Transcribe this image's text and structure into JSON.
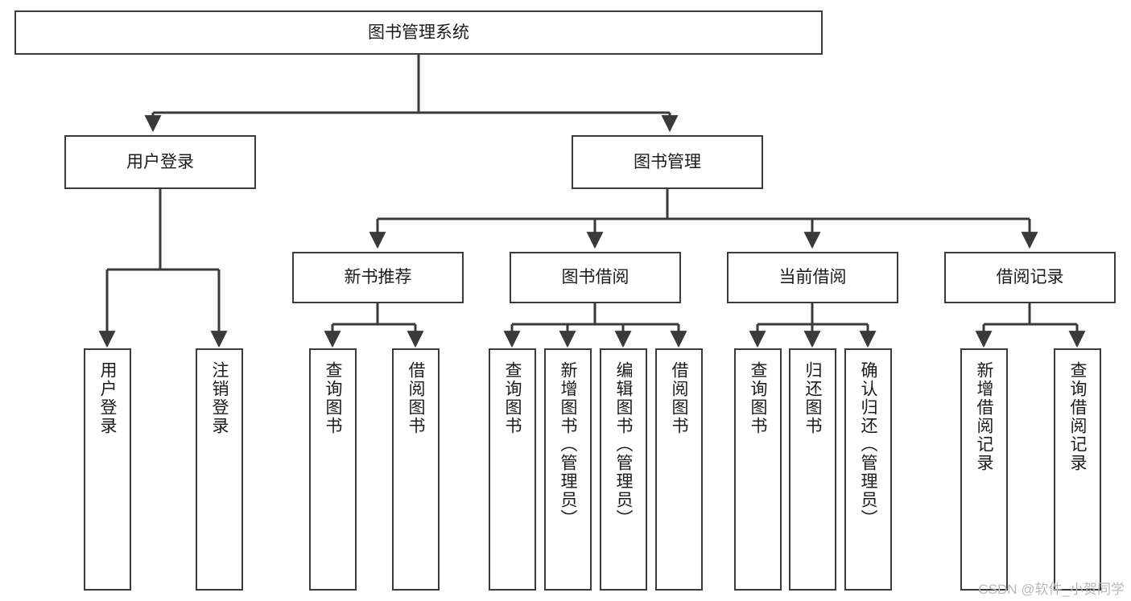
{
  "diagram": {
    "title": "图书管理系统",
    "watermark": "CSDN @软件_小贺同学",
    "colors": {
      "stroke": "#3a3a3a",
      "fill": "#ffffff",
      "text": "#1b1b1b",
      "watermark": "#b9b9b9"
    },
    "levels": {
      "root": {
        "label": "图书管理系统"
      },
      "level2": [
        {
          "label": "用户登录"
        },
        {
          "label": "图书管理"
        }
      ],
      "level3": [
        {
          "label": "新书推荐"
        },
        {
          "label": "图书借阅"
        },
        {
          "label": "当前借阅"
        },
        {
          "label": "借阅记录"
        }
      ],
      "leaves": {
        "user_login": [
          {
            "label": "用户登录"
          },
          {
            "label": "注销登录"
          }
        ],
        "new_book_recommend": [
          {
            "label": "查询图书"
          },
          {
            "label": "借阅图书"
          }
        ],
        "book_borrow": [
          {
            "label": "查询图书"
          },
          {
            "label": "新增图书（管理员）"
          },
          {
            "label": "编辑图书（管理员）"
          },
          {
            "label": "借阅图书"
          }
        ],
        "current_borrow": [
          {
            "label": "查询图书"
          },
          {
            "label": "归还图书"
          },
          {
            "label": "确认归还（管理员）"
          }
        ],
        "borrow_records": [
          {
            "label": "新增借阅记录"
          },
          {
            "label": "查询借阅记录"
          }
        ]
      }
    }
  }
}
